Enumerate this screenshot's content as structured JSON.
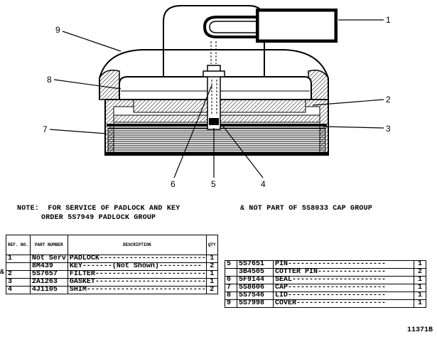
{
  "diagram": {
    "callouts": [
      "1",
      "2",
      "3",
      "4",
      "5",
      "6",
      "7",
      "8",
      "9"
    ]
  },
  "notes": {
    "service_line1": "NOTE:  FOR SERVICE OF PADLOCK AND KEY",
    "service_line2": "ORDER 5S7949 PADLOCK GROUP",
    "not_part": "& NOT PART OF 5S8033 CAP GROUP",
    "marker": "&"
  },
  "table_left": {
    "headers": {
      "ref": "REF. NO.",
      "part": "PART NUMBER",
      "desc": "DESCRIPTION",
      "qty": "QTY"
    },
    "rows": [
      {
        "ref": "1",
        "part": "Not Serv",
        "desc": "PADLOCK-----------------------------",
        "qty": "1"
      },
      {
        "ref": "",
        "part": "8M439",
        "desc": "KEY-------(Not Shown)----------",
        "qty": "2"
      },
      {
        "ref": "2",
        "part": "5S7657",
        "desc": "FILTER------------------------------",
        "qty": "1"
      },
      {
        "ref": "3",
        "part": "2A1263",
        "desc": "GASKET------------------------------",
        "qty": "1"
      },
      {
        "ref": "4",
        "part": "4J1105",
        "desc": "SHIM--------------------------------",
        "qty": "2"
      }
    ]
  },
  "table_right": {
    "rows": [
      {
        "ref": "5",
        "part": "5S7651",
        "desc": "PIN-----------------------",
        "qty": "1"
      },
      {
        "ref": "",
        "part": "3B4505",
        "desc": "COTTER PIN----------------",
        "qty": "2"
      },
      {
        "ref": "6",
        "part": "5F9144",
        "desc": "SEAL----------------------",
        "qty": "1"
      },
      {
        "ref": "7",
        "part": "5S8606",
        "desc": "CAP-----------------------",
        "qty": "1"
      },
      {
        "ref": "8",
        "part": "5S7546",
        "desc": "LID-----------------------",
        "qty": "1"
      },
      {
        "ref": "9",
        "part": "5S7998",
        "desc": "COVER---------------------",
        "qty": "1"
      }
    ]
  },
  "figure_id": "11371B"
}
